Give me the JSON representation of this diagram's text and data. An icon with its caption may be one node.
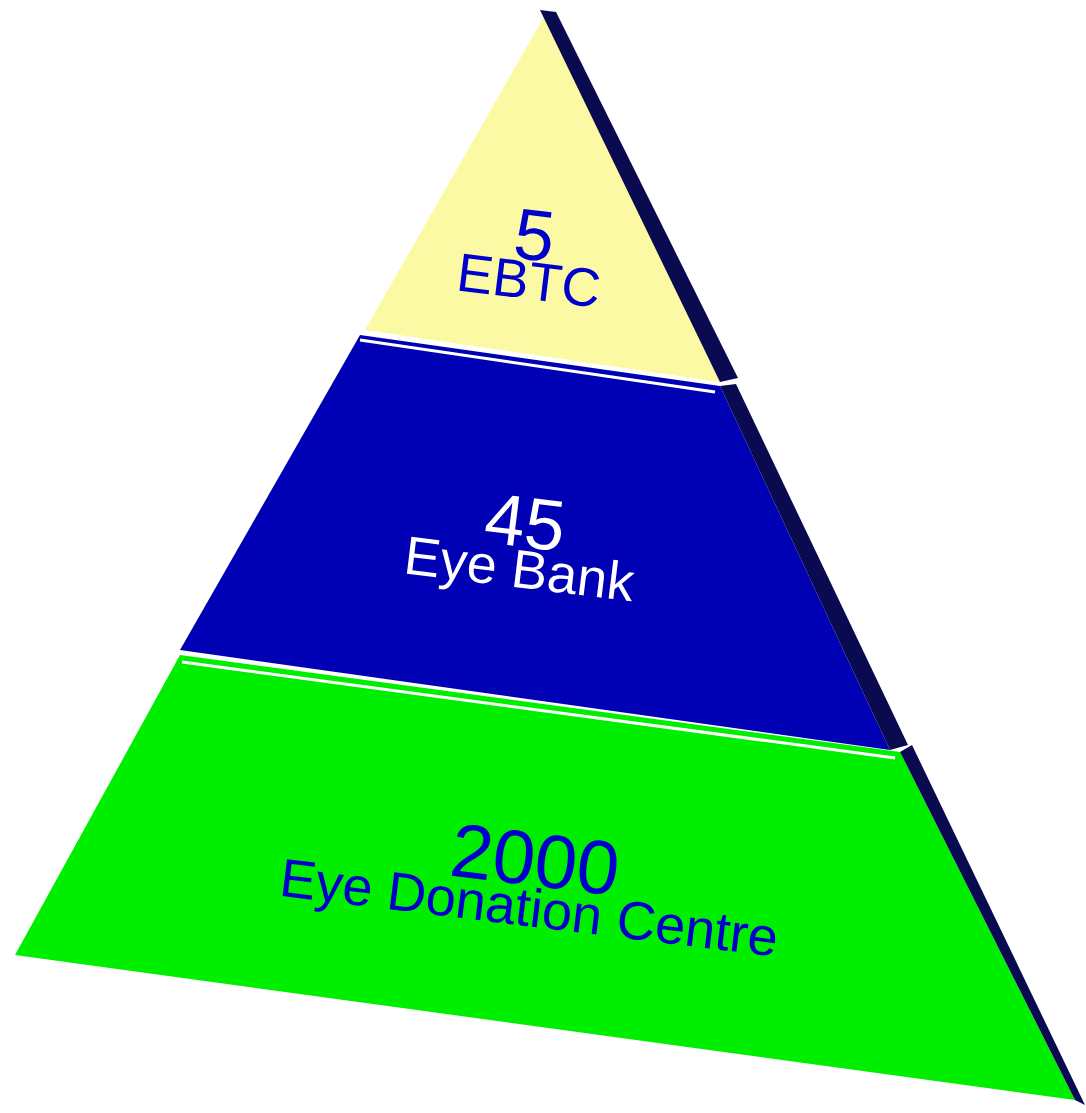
{
  "diagram": {
    "nodes": [
      {
        "text": [
          "5",
          "EBTC"
        ]
      },
      {
        "text": [
          "45",
          "Eye Bank"
        ]
      },
      {
        "text": [
          "2000",
          "Eye Donation Centre"
        ]
      }
    ]
  }
}
